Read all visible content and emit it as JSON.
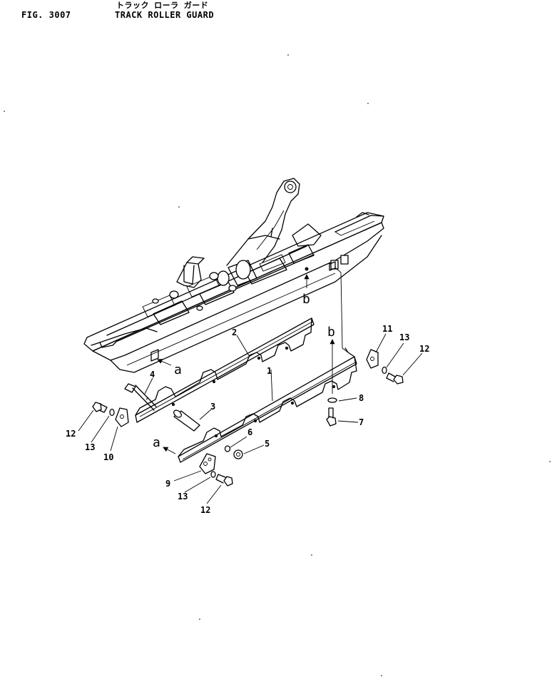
{
  "header": {
    "fig": "FIG. 3007",
    "title_jp": "トラック ローラ ガード",
    "title_en": "TRACK ROLLER GUARD"
  },
  "callouts": [
    {
      "id": "c1",
      "text": "1"
    },
    {
      "id": "c2",
      "text": "2"
    },
    {
      "id": "c3",
      "text": "3"
    },
    {
      "id": "c4",
      "text": "4"
    },
    {
      "id": "c5",
      "text": "5"
    },
    {
      "id": "c6",
      "text": "6"
    },
    {
      "id": "c7",
      "text": "7"
    },
    {
      "id": "c8",
      "text": "8"
    },
    {
      "id": "c9",
      "text": "9"
    },
    {
      "id": "c10",
      "text": "10"
    },
    {
      "id": "c11",
      "text": "11"
    },
    {
      "id": "c12a",
      "text": "12"
    },
    {
      "id": "c12b",
      "text": "12"
    },
    {
      "id": "c12c",
      "text": "12"
    },
    {
      "id": "c13a",
      "text": "13"
    },
    {
      "id": "c13b",
      "text": "13"
    },
    {
      "id": "c13c",
      "text": "13"
    }
  ],
  "refs": {
    "a": "a",
    "b": "b"
  }
}
